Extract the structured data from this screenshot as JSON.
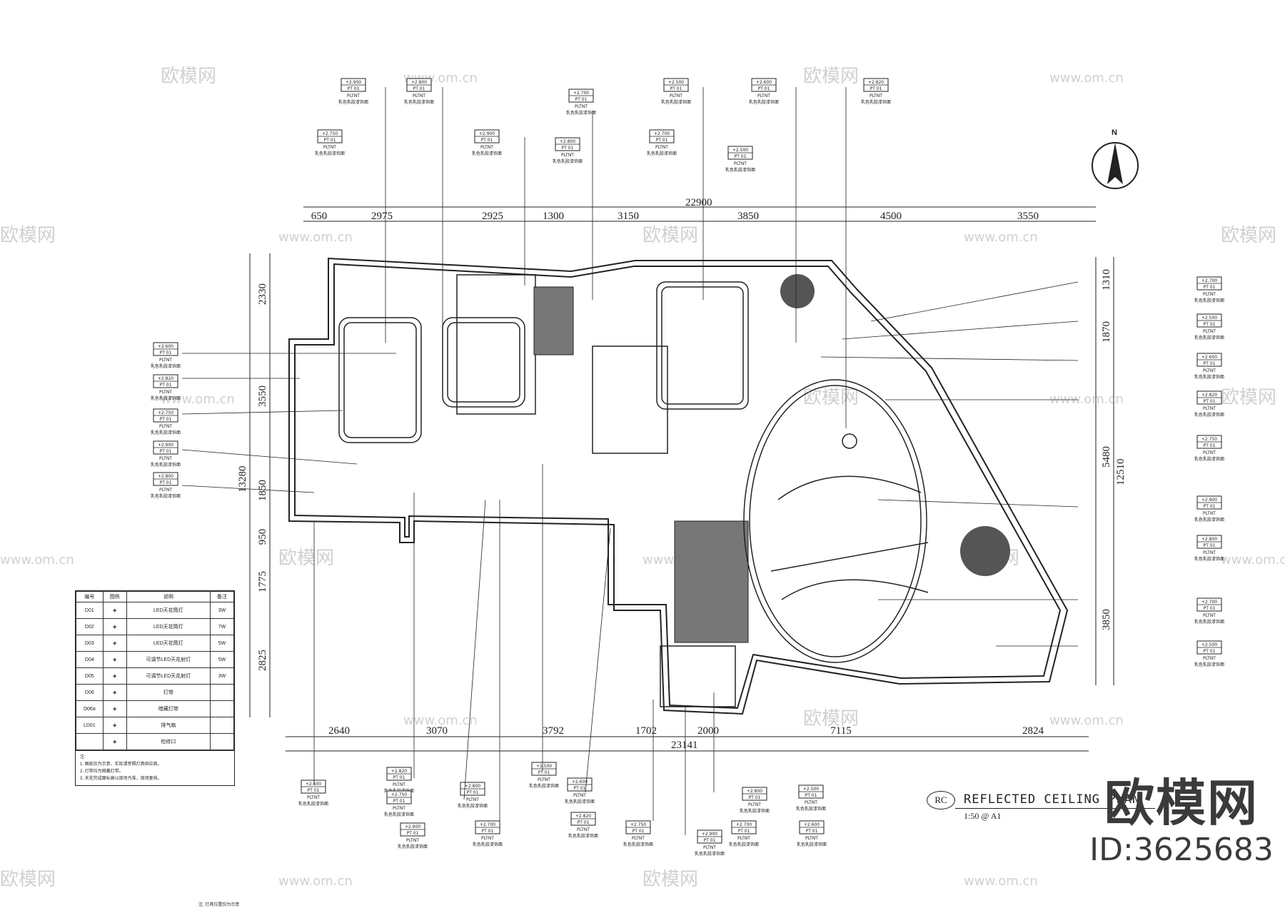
{
  "drawing": {
    "dims_top": [
      "650",
      "2975",
      "2925",
      "1300",
      "3150",
      "3850",
      "4500",
      "3550"
    ],
    "dim_top_total": "22900",
    "dims_bottom": [
      "2640",
      "3070",
      "3792",
      "1702",
      "2000",
      "7115",
      "2824"
    ],
    "dim_bottom_total": "23141",
    "dims_left": [
      "2330",
      "3550",
      "1850",
      "950",
      "1775",
      "2825"
    ],
    "dim_left_total": "13280",
    "dims_right": [
      "1310",
      "1870",
      "5480",
      "3850"
    ],
    "dim_right_total": "12510",
    "tag_level_samples": [
      "+2.900",
      "+2.800",
      "+2.700",
      "+2.500",
      "+2.600",
      "+2.820",
      "+2.750"
    ],
    "tag_code": "PT",
    "tag_number": "01",
    "tag_material": "PLTNT",
    "tag_note": "乳色乳胶漆饰面"
  },
  "legend": {
    "headers": [
      "编号",
      "图例",
      "说明",
      "备注"
    ],
    "rows": [
      {
        "code": "D01",
        "desc": "LED天花筒灯",
        "note": "3W"
      },
      {
        "code": "D02",
        "desc": "LED天花筒灯",
        "note": "7W"
      },
      {
        "code": "D03",
        "desc": "LED天花筒灯",
        "note": "5W"
      },
      {
        "code": "D04",
        "desc": "可调节LED天花射灯",
        "note": "5W"
      },
      {
        "code": "D05",
        "desc": "可调节LED天花射灯",
        "note": "3W"
      },
      {
        "code": "D06",
        "desc": "灯带",
        "note": ""
      },
      {
        "code": "D06a",
        "desc": "暗藏灯带",
        "note": ""
      },
      {
        "code": "LD01",
        "desc": "排气扇",
        "note": ""
      },
      {
        "code": "",
        "desc": "检修口",
        "note": ""
      }
    ],
    "notes": [
      "注:",
      "1. 图纸仅为示意，实际请参照灯具供应商。",
      "2. 灯带均为暗藏灯带。",
      "3. 天花完成面标高以现场为准，现场复核。"
    ]
  },
  "compass": {
    "label": "N"
  },
  "title": {
    "circle_code": "RC",
    "main": "REFLECTED CEILING PLAN",
    "scale": "1:50 @ A1"
  },
  "watermark": {
    "text": "欧模网",
    "url": "www.om.cn"
  },
  "brand": {
    "logo": "欧模网",
    "id": "ID:3625683"
  },
  "footnote": "注: 灯具位置仅为示意"
}
